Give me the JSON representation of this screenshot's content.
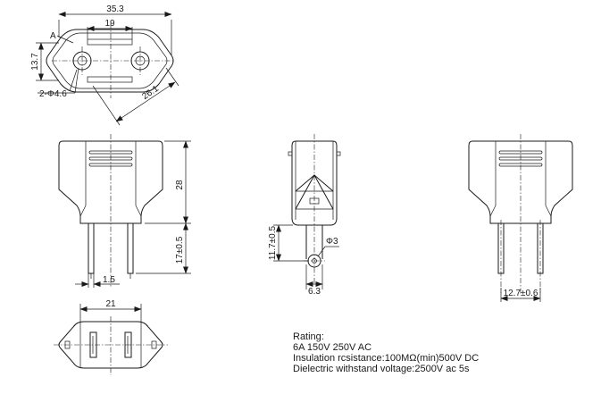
{
  "dimensions": {
    "top_width": "35.3",
    "inner_width": "19",
    "section_marker": "A",
    "height": "13.7",
    "pin_dia": "2-Φ4.6",
    "diagonal": "26.1",
    "body_height": "28",
    "pin_length": "17±0.5",
    "pin_width": "1.5",
    "side_pin_len": "11.7±0.5",
    "side_dia": "Φ3",
    "side_width": "6.3",
    "pin_spacing": "12.7±0.6",
    "bottom_width": "21"
  },
  "rating": {
    "title": "Rating:",
    "line1": "6A 150V 250V AC",
    "line2": "Insulation rcsistance:100MΩ(min)500V  DC",
    "line3": "Dielectric withstand voltage:2500V ac 5s"
  }
}
